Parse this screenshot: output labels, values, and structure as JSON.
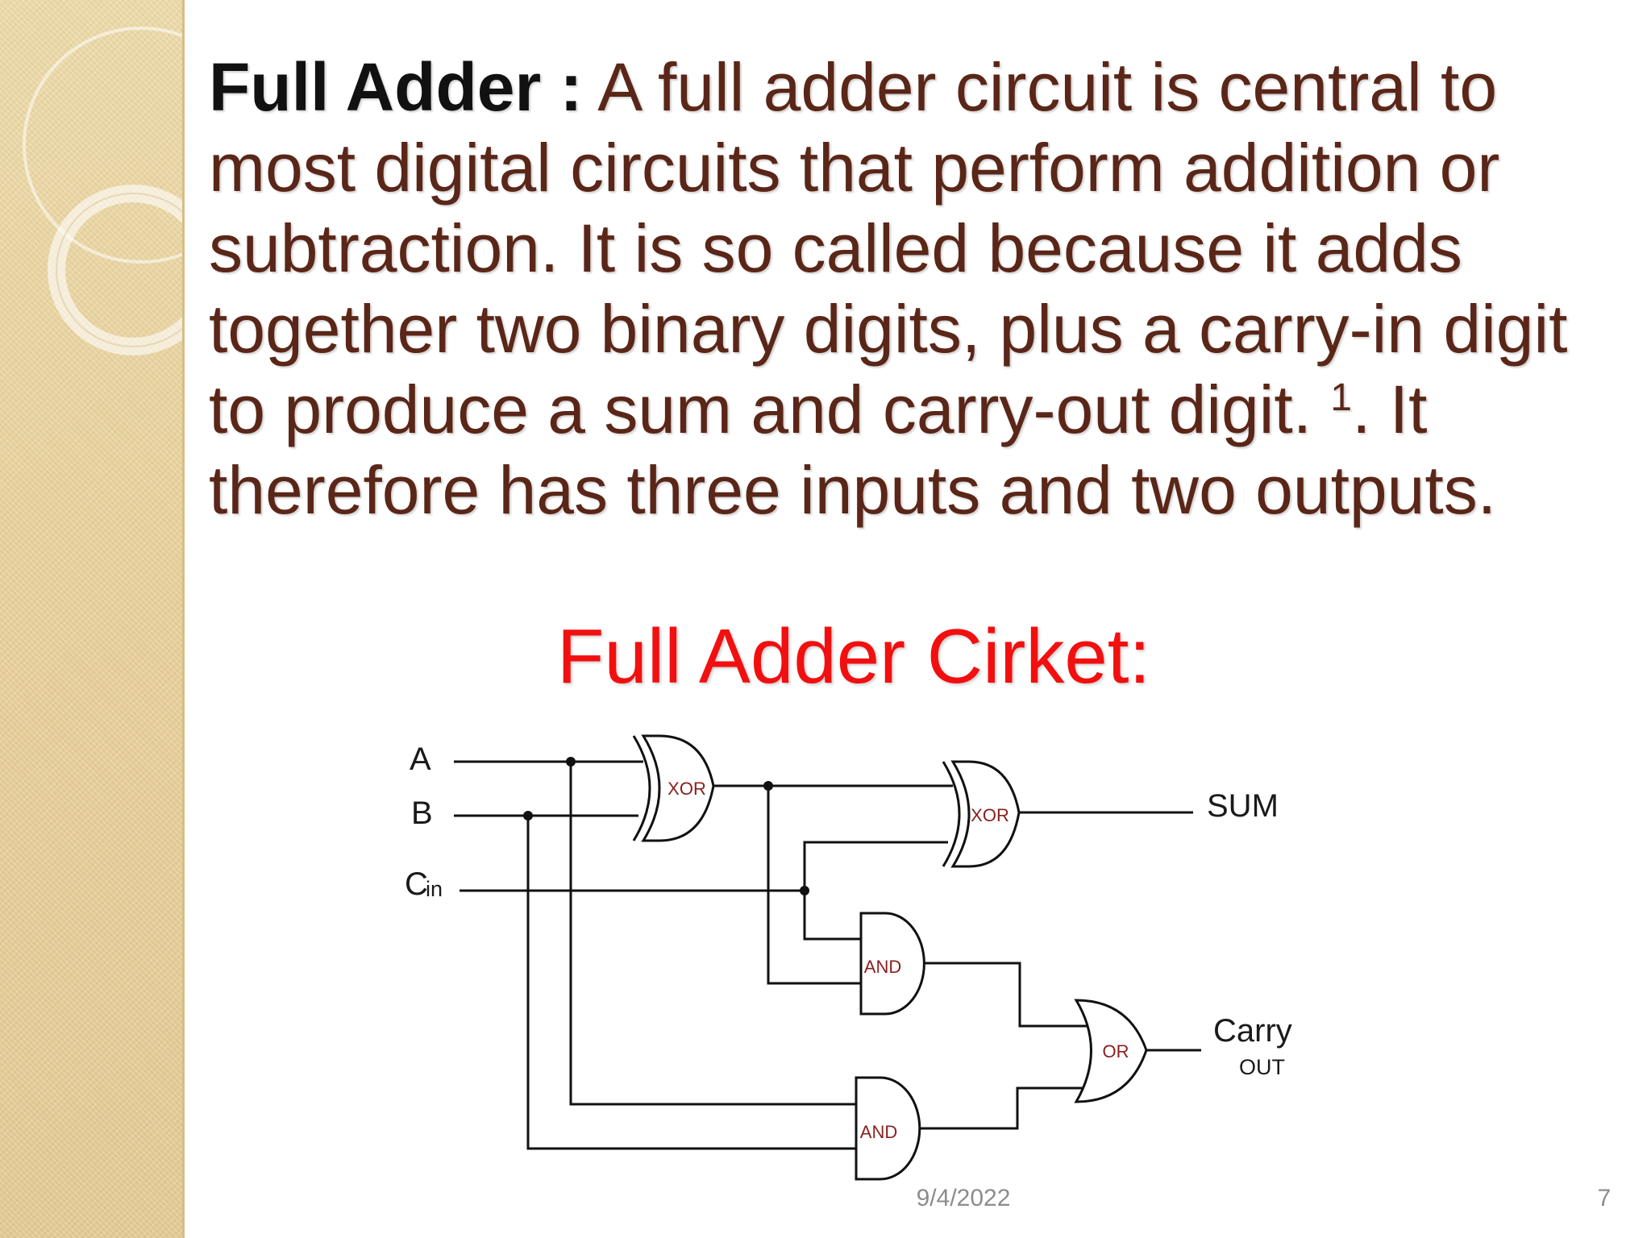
{
  "slide": {
    "heading_label": "Full Adder :",
    "body_text": " A full adder circuit is central to most digital circuits that perform addition or subtraction. It is so called because it adds together two binary digits, plus a carry-in digit to produce a sum and carry-out digit. ",
    "footnote_marker": "1",
    "body_text_end": ". It therefore has three inputs and two outputs.",
    "diagram_title": "Full Adder Cirket:",
    "footer_date": "9/4/2022",
    "page_number": "7"
  },
  "circuit": {
    "inputs": {
      "a": "A",
      "b": "B",
      "cin_main": "C",
      "cin_sub": "in"
    },
    "gates": {
      "xor1": "XOR",
      "xor2": "XOR",
      "and1": "AND",
      "and2": "AND",
      "or1": "OR"
    },
    "outputs": {
      "sum": "SUM",
      "carry_main": "Carry",
      "carry_sub": "OUT"
    }
  },
  "colors": {
    "body_text": "#5a2618",
    "heading_label": "#111111",
    "diagram_title": "#f20f0f",
    "gate_label": "#8a2020",
    "footer": "#8c8c8c",
    "sidebar": "#ecd6a2"
  }
}
